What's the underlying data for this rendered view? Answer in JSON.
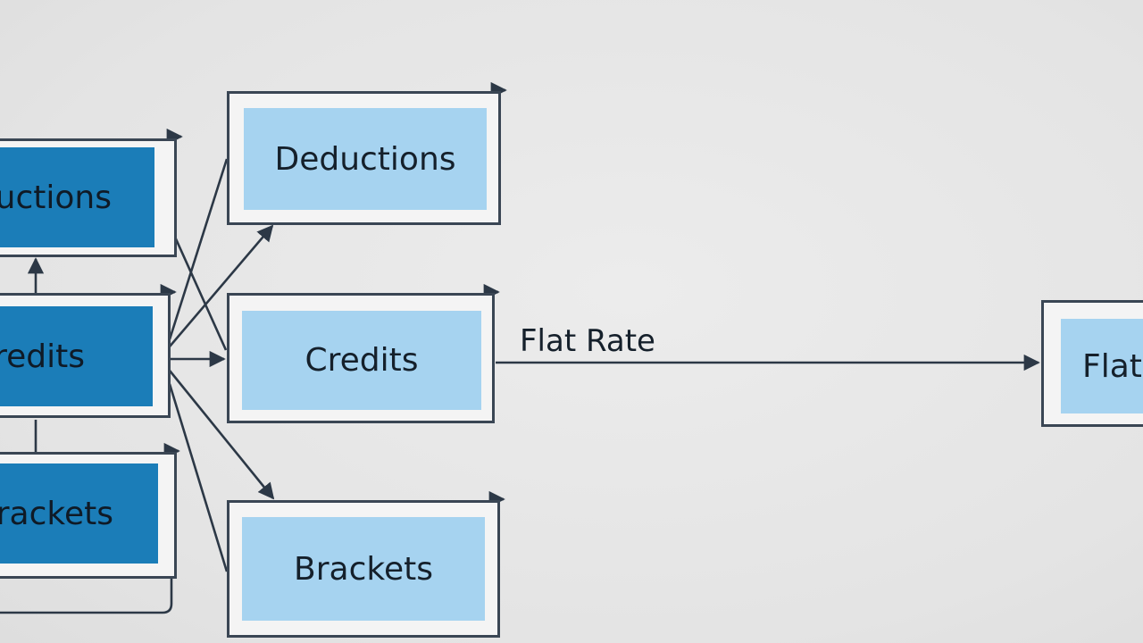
{
  "diagram": {
    "left_column": {
      "deductions_label": "ductions",
      "credits_label": "redits",
      "brackets_label": "Brackets"
    },
    "middle_column": {
      "deductions_label": "Deductions",
      "credits_label": "Credits",
      "brackets_label": "Brackets"
    },
    "right_column": {
      "flat_label": "Flat"
    },
    "edge_labels": {
      "flat_rate": "Flat Rate"
    },
    "colors": {
      "dark_fill": "#1b7db8",
      "light_fill": "#a6d3f0",
      "border": "#3a4654",
      "background": "#e6e6e6"
    }
  }
}
